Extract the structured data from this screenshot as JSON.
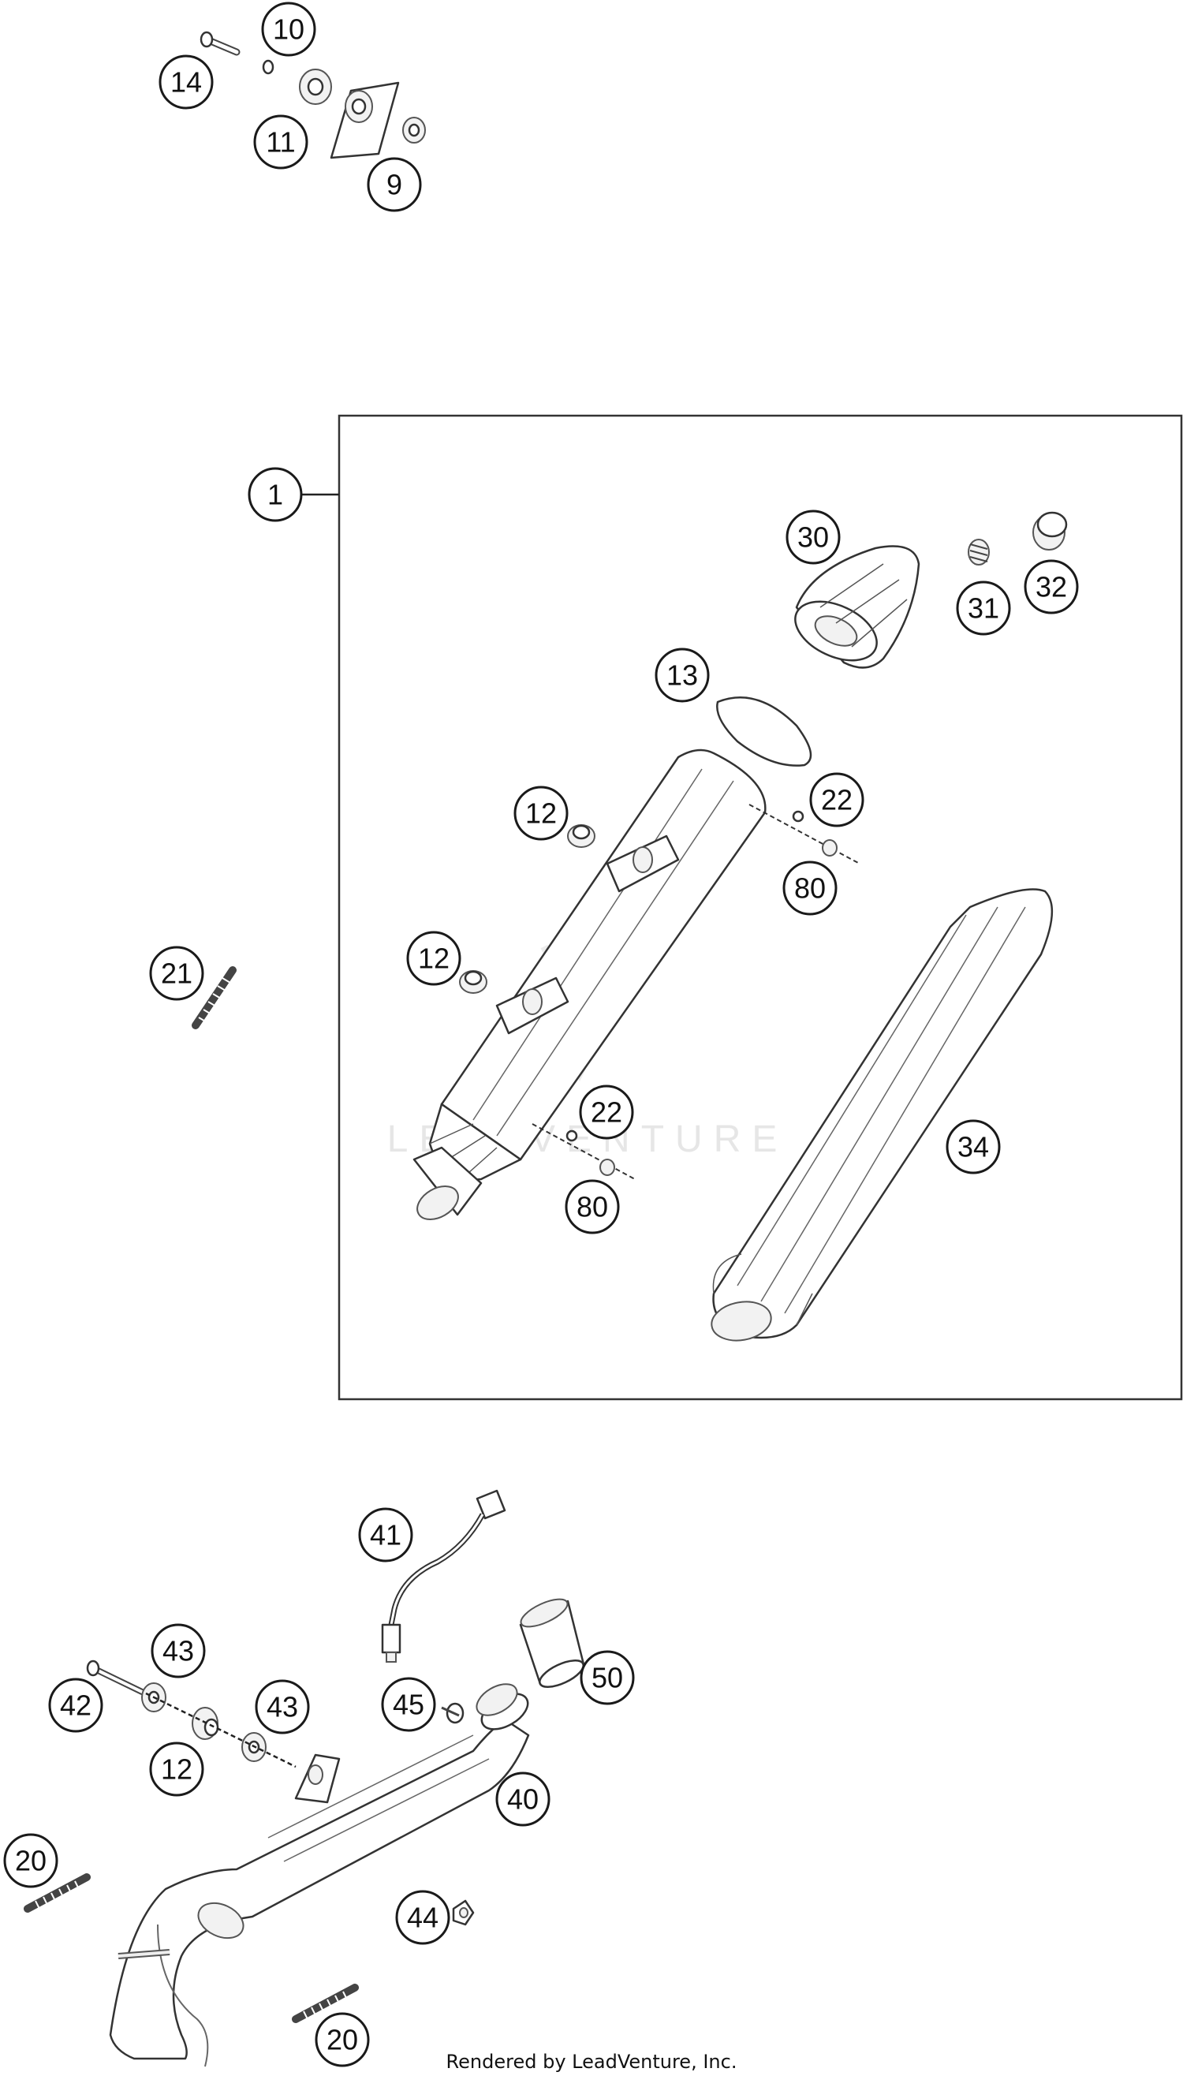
{
  "diagram": {
    "callouts": [
      {
        "id": "c10",
        "label": "10"
      },
      {
        "id": "c14",
        "label": "14"
      },
      {
        "id": "c11",
        "label": "11"
      },
      {
        "id": "c9",
        "label": "9"
      },
      {
        "id": "c1",
        "label": "1"
      },
      {
        "id": "c30",
        "label": "30"
      },
      {
        "id": "c31",
        "label": "31"
      },
      {
        "id": "c32",
        "label": "32"
      },
      {
        "id": "c13",
        "label": "13"
      },
      {
        "id": "c22a",
        "label": "22"
      },
      {
        "id": "c12a",
        "label": "12"
      },
      {
        "id": "c80a",
        "label": "80"
      },
      {
        "id": "c21",
        "label": "21"
      },
      {
        "id": "c12b",
        "label": "12"
      },
      {
        "id": "c22b",
        "label": "22"
      },
      {
        "id": "c34",
        "label": "34"
      },
      {
        "id": "c80b",
        "label": "80"
      },
      {
        "id": "c41",
        "label": "41"
      },
      {
        "id": "c43a",
        "label": "43"
      },
      {
        "id": "c50",
        "label": "50"
      },
      {
        "id": "c42",
        "label": "42"
      },
      {
        "id": "c43b",
        "label": "43"
      },
      {
        "id": "c45",
        "label": "45"
      },
      {
        "id": "c12c",
        "label": "12"
      },
      {
        "id": "c40",
        "label": "40"
      },
      {
        "id": "c20a",
        "label": "20"
      },
      {
        "id": "c44",
        "label": "44"
      },
      {
        "id": "c20b",
        "label": "20"
      }
    ],
    "watermark": "LEADVENTURE",
    "credit": "Rendered by LeadVenture, Inc."
  }
}
